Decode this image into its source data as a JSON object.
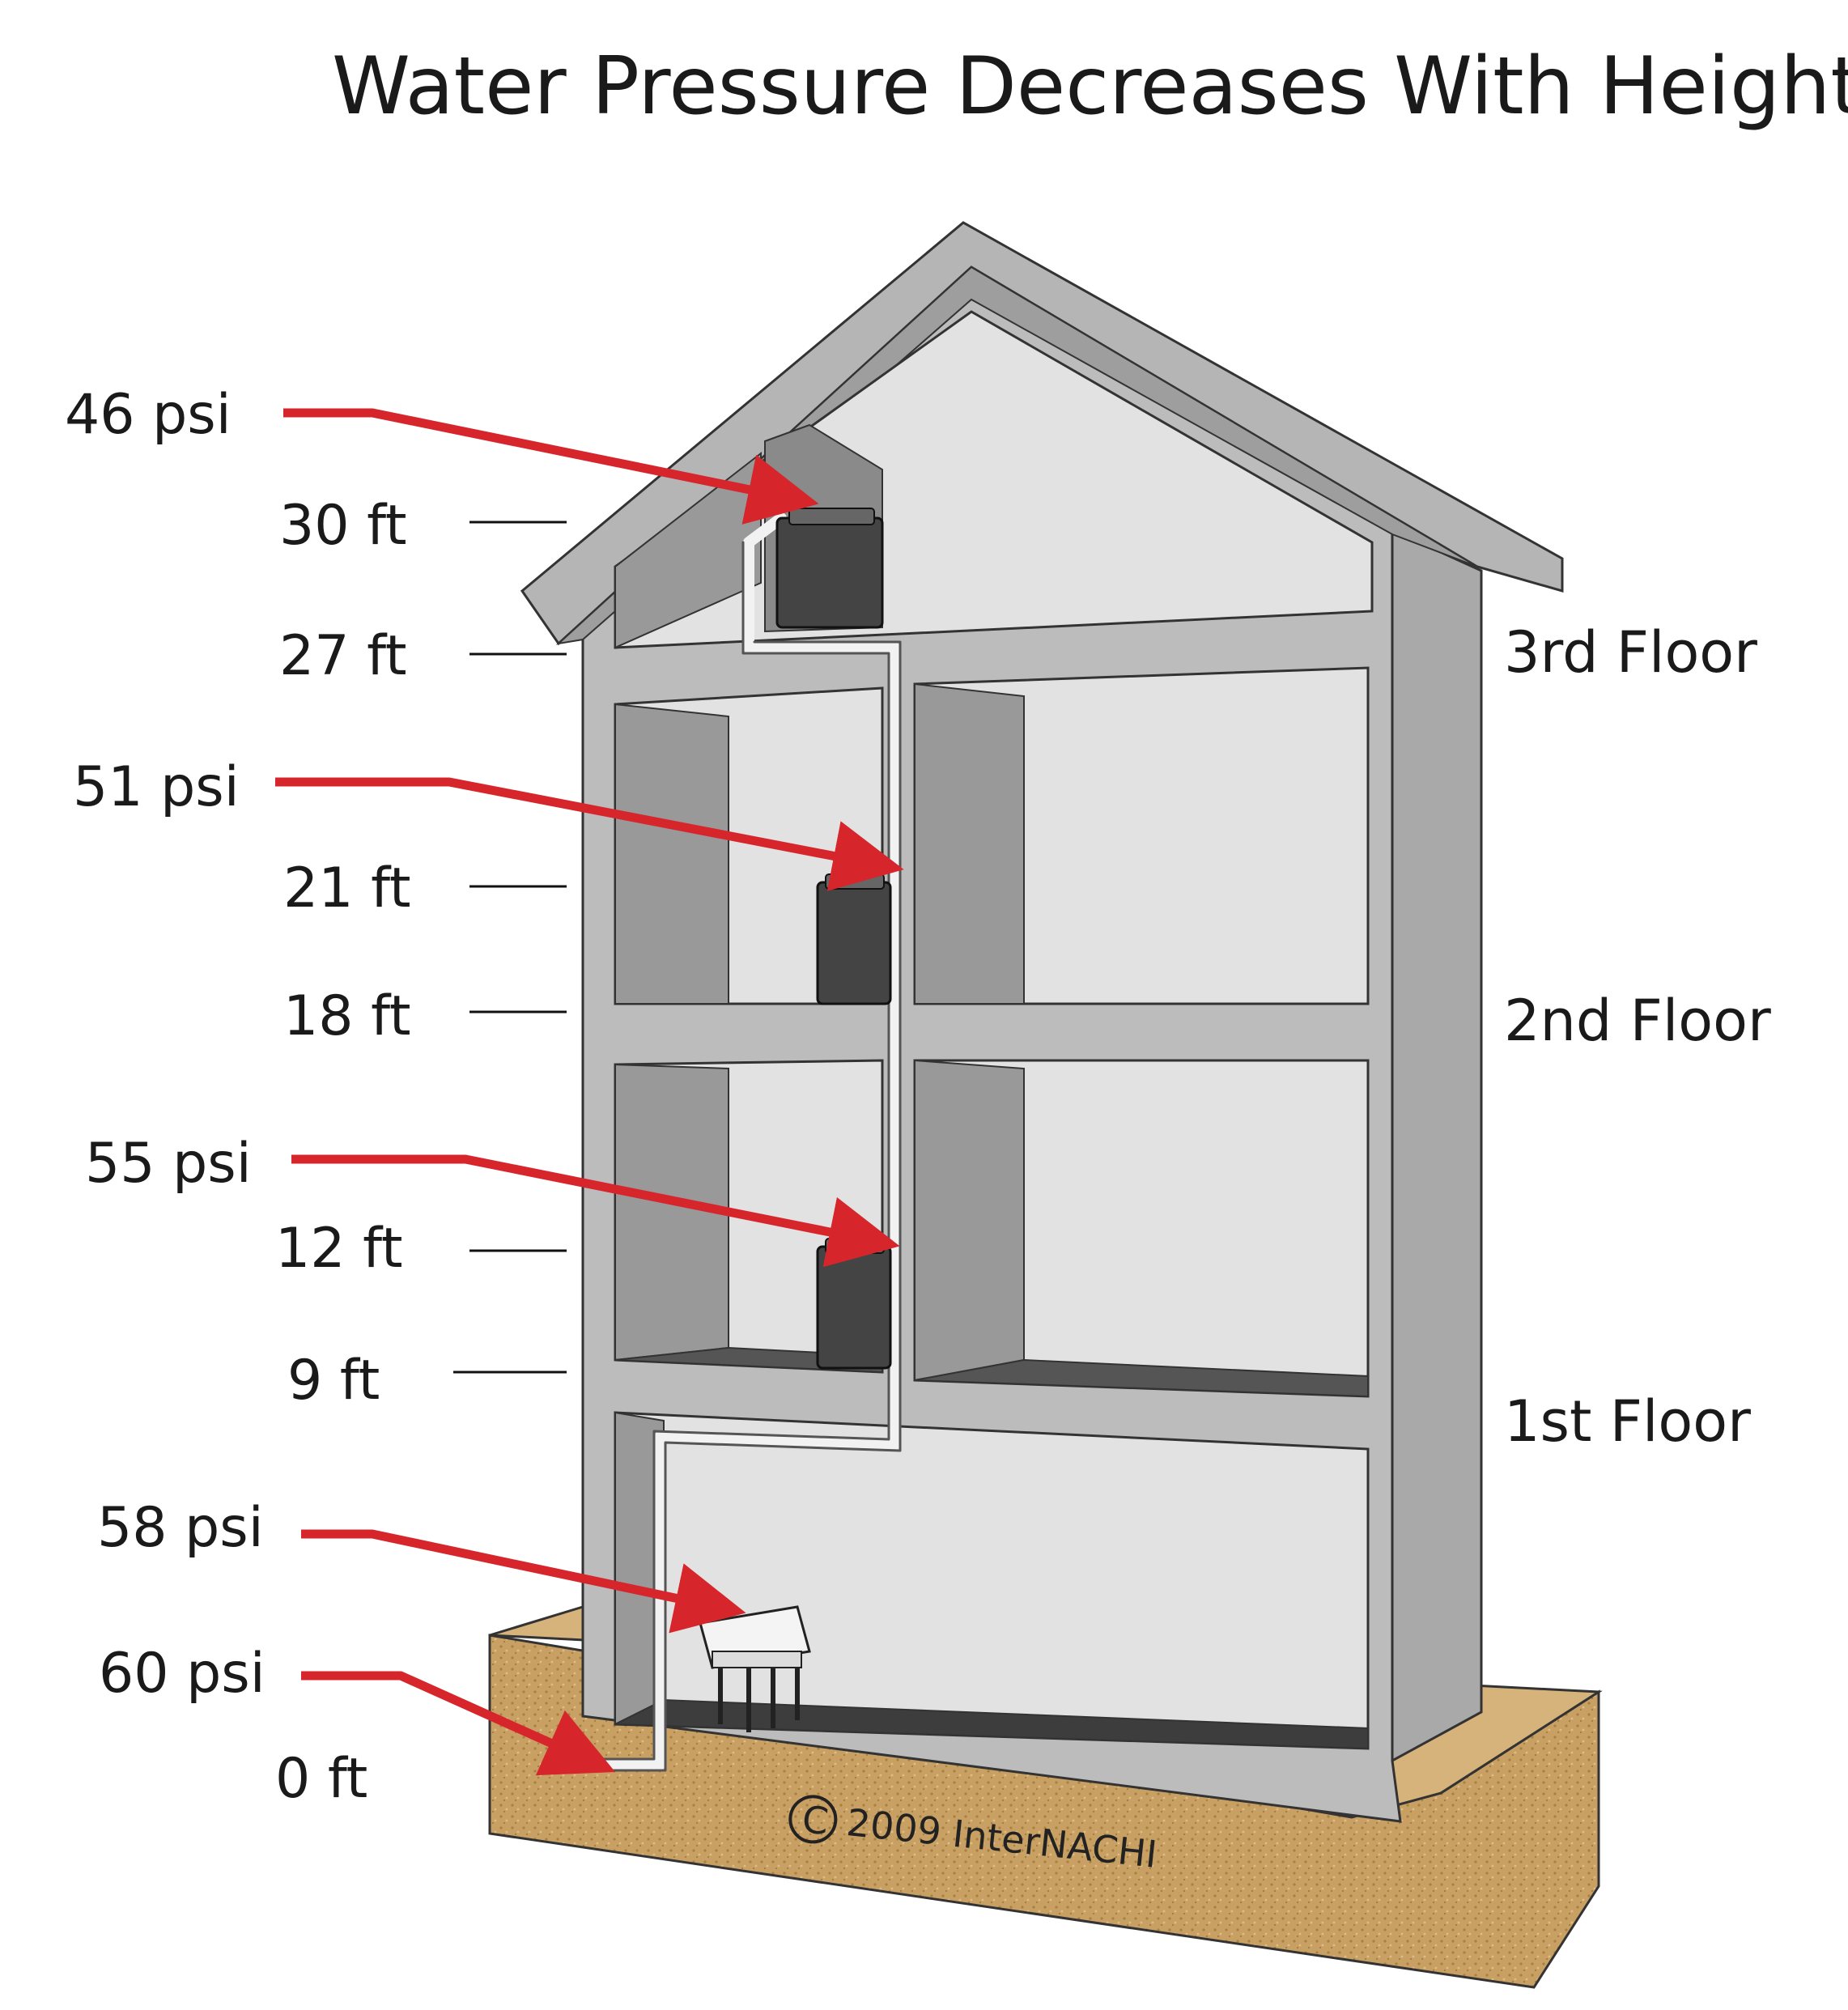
{
  "title": "Water Pressure Decreases With Height",
  "pressure_labels": [
    {
      "text": "46 psi",
      "value_psi": 46
    },
    {
      "text": "51 psi",
      "value_psi": 51
    },
    {
      "text": "55 psi",
      "value_psi": 55
    },
    {
      "text": "58 psi",
      "value_psi": 58
    },
    {
      "text": "60 psi",
      "value_psi": 60
    }
  ],
  "height_labels": [
    {
      "text": "30 ft",
      "value_ft": 30
    },
    {
      "text": "27 ft",
      "value_ft": 27
    },
    {
      "text": "21 ft",
      "value_ft": 21
    },
    {
      "text": "18 ft",
      "value_ft": 18
    },
    {
      "text": "12 ft",
      "value_ft": 12
    },
    {
      "text": "9 ft",
      "value_ft": 9
    },
    {
      "text": "0 ft",
      "value_ft": 0
    }
  ],
  "floor_labels": [
    "3rd Floor",
    "2nd Floor",
    "1st Floor"
  ],
  "copyright": "2009 InterNACHI",
  "colors": {
    "arrow": "#d7262b",
    "wall": "#bcbcbc",
    "wall_dark": "#8e8e8e",
    "room": "#e2e2e2",
    "soil": "#c9a063",
    "roof": "#b5b5b5"
  }
}
